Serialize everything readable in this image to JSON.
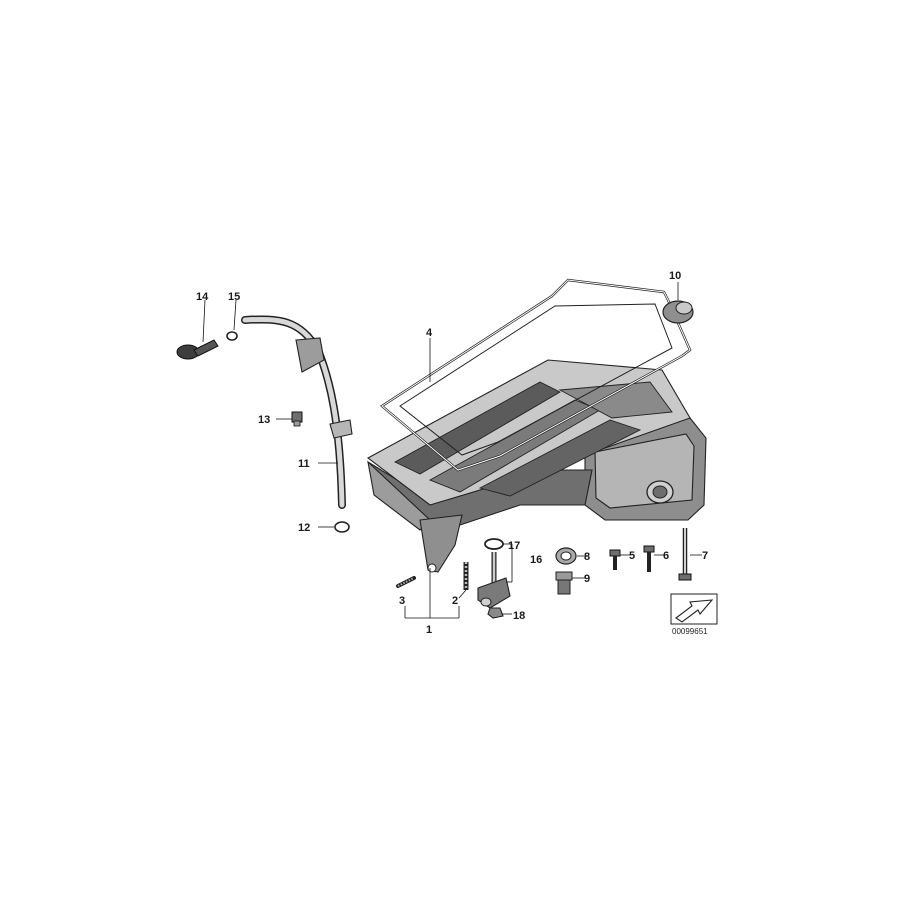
{
  "diagram": {
    "reference_code": "00099651",
    "callouts": [
      "1",
      "2",
      "3",
      "4",
      "5",
      "6",
      "7",
      "8",
      "9",
      "10",
      "11",
      "12",
      "13",
      "14",
      "15",
      "16",
      "17",
      "18"
    ]
  },
  "colors": {
    "ink": "#222222",
    "shade_dark": "#5a5a5a",
    "shade_mid": "#9a9a9a",
    "shade_light": "#d4d4d4"
  }
}
